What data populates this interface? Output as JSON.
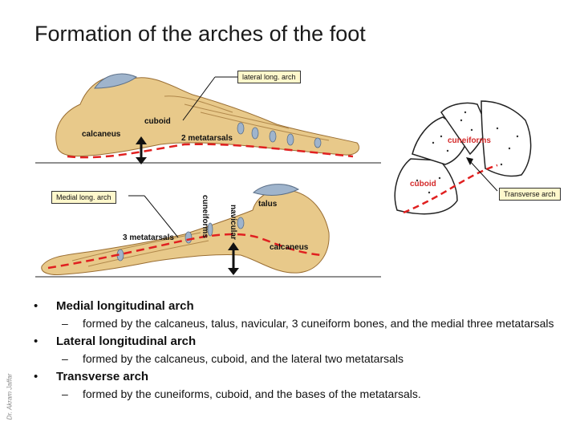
{
  "title": "Formation of the arches of the foot",
  "watermark": "Dr. Akram Jaffar",
  "figure": {
    "callouts": {
      "lateral": "lateral long. arch",
      "medial": "Medial long. arch",
      "transverse": "Transverse arch"
    },
    "top_foot_labels": {
      "calcaneus": "calcaneus",
      "cuboid": "cuboid",
      "metatarsals": "2 metatarsals"
    },
    "bottom_foot_labels": {
      "talus": "talus",
      "navicular": "navicular",
      "cuneiforms": "cuneiforms",
      "metatarsals": "3 metatarsals",
      "calcaneus": "calcaneus"
    },
    "cross_section_labels": {
      "cuneiforms": "cuneiforms",
      "cuboid": "cuboid"
    },
    "colors": {
      "bone": "#e8c98a",
      "bone_shadow": "#c79a55",
      "cartilage": "#9fb4cc",
      "arch_line": "#e02020",
      "callout_bg": "#fff8cc"
    }
  },
  "bullets": [
    {
      "heading": "Medial longitudinal arch",
      "detail": "formed by the calcaneus, talus, navicular, 3 cuneiform bones, and the medial three metatarsals"
    },
    {
      "heading": "Lateral longitudinal arch",
      "detail": "formed by the calcaneus, cuboid, and the lateral two metatarsals"
    },
    {
      "heading": "Transverse arch",
      "detail": "formed by the cuneiforms, cuboid, and the bases of the metatarsals."
    }
  ]
}
